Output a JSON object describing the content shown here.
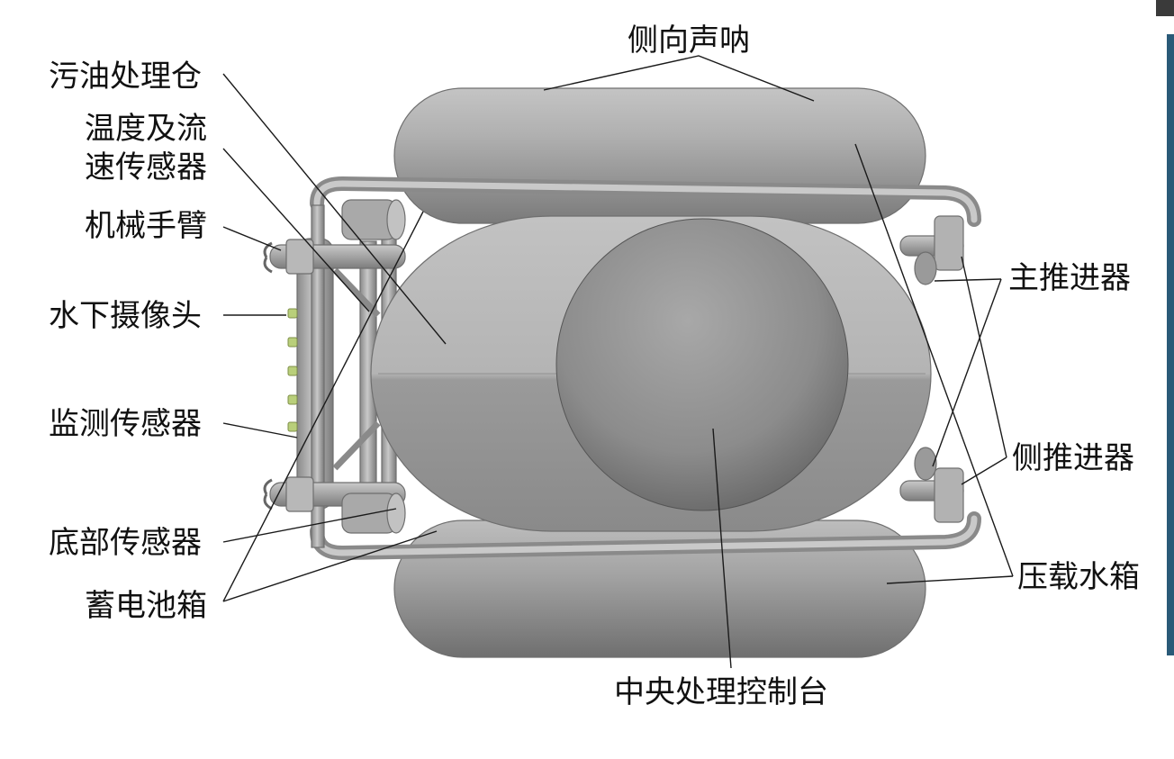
{
  "labels": {
    "side_sonar": "侧向声呐",
    "oil_treatment_bay": "污油处理仓",
    "temp_flow_sensor_line1": "温度及流",
    "temp_flow_sensor_line2": "速传感器",
    "robot_arm": "机械手臂",
    "underwater_camera": "水下摄像头",
    "monitoring_sensor": "监测传感器",
    "bottom_sensor": "底部传感器",
    "battery_box": "蓄电池箱",
    "main_thruster": "主推进器",
    "side_thruster": "侧推进器",
    "ballast_tank": "压载水箱",
    "central_control": "中央处理控制台"
  },
  "colors": {
    "body_gray": "#a9a9a9",
    "tank_gray": "#9c9c9c",
    "sphere_gray": "#8e8e8e",
    "light_gray": "#c8c8c8",
    "camera_green": "#b9cf7a",
    "leader_line": "#1a1a1a",
    "edge_strip": "#2a5a78"
  }
}
